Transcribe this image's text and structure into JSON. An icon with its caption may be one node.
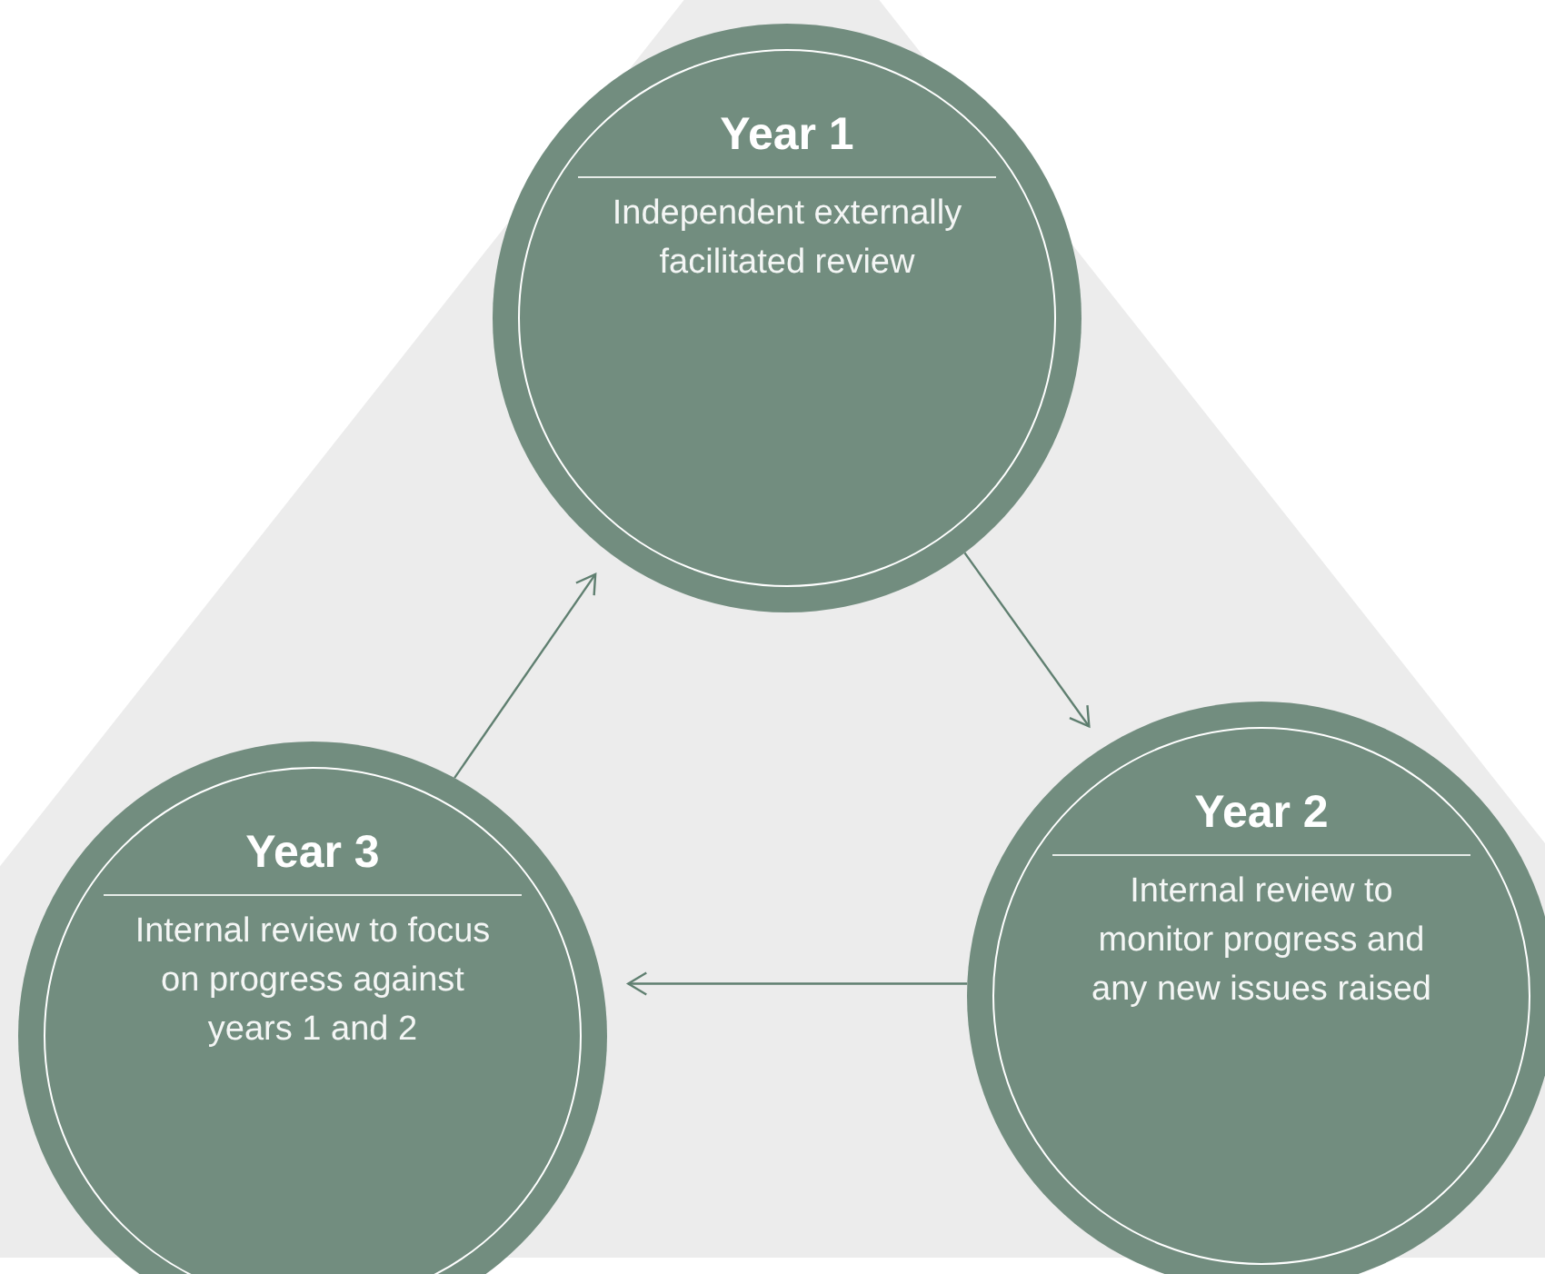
{
  "diagram": {
    "nodes": [
      {
        "text": [
          "Year 1",
          "Independent externally facilitated review"
        ]
      },
      {
        "text": [
          "Year 2",
          "Internal review to monitor progress and any new issues raised"
        ]
      },
      {
        "text": [
          "Year 3",
          "Internal review to focus on progress against years 1 and 2"
        ]
      }
    ],
    "edges": [
      {
        "from": 0,
        "to": 1,
        "arrow": "to"
      },
      {
        "from": 1,
        "to": 2,
        "arrow": "to"
      },
      {
        "from": 2,
        "to": 0,
        "arrow": "to"
      }
    ]
  }
}
